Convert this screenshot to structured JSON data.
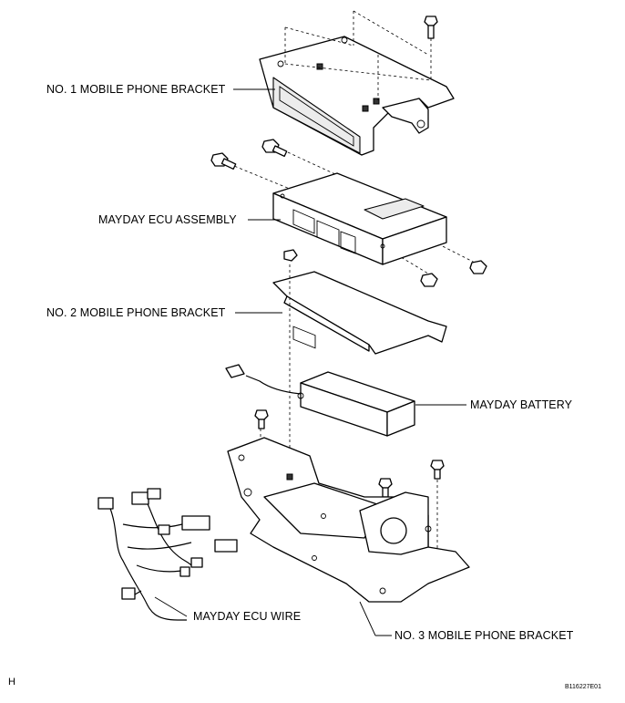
{
  "labels": {
    "bracket1": "NO. 1 MOBILE PHONE BRACKET",
    "ecu": "MAYDAY ECU ASSEMBLY",
    "bracket2": "NO. 2 MOBILE PHONE BRACKET",
    "battery": "MAYDAY BATTERY",
    "wire": "MAYDAY ECU WIRE",
    "bracket3": "NO. 3 MOBILE PHONE BRACKET"
  },
  "corner": {
    "left": "H",
    "right": "B116227E01"
  }
}
